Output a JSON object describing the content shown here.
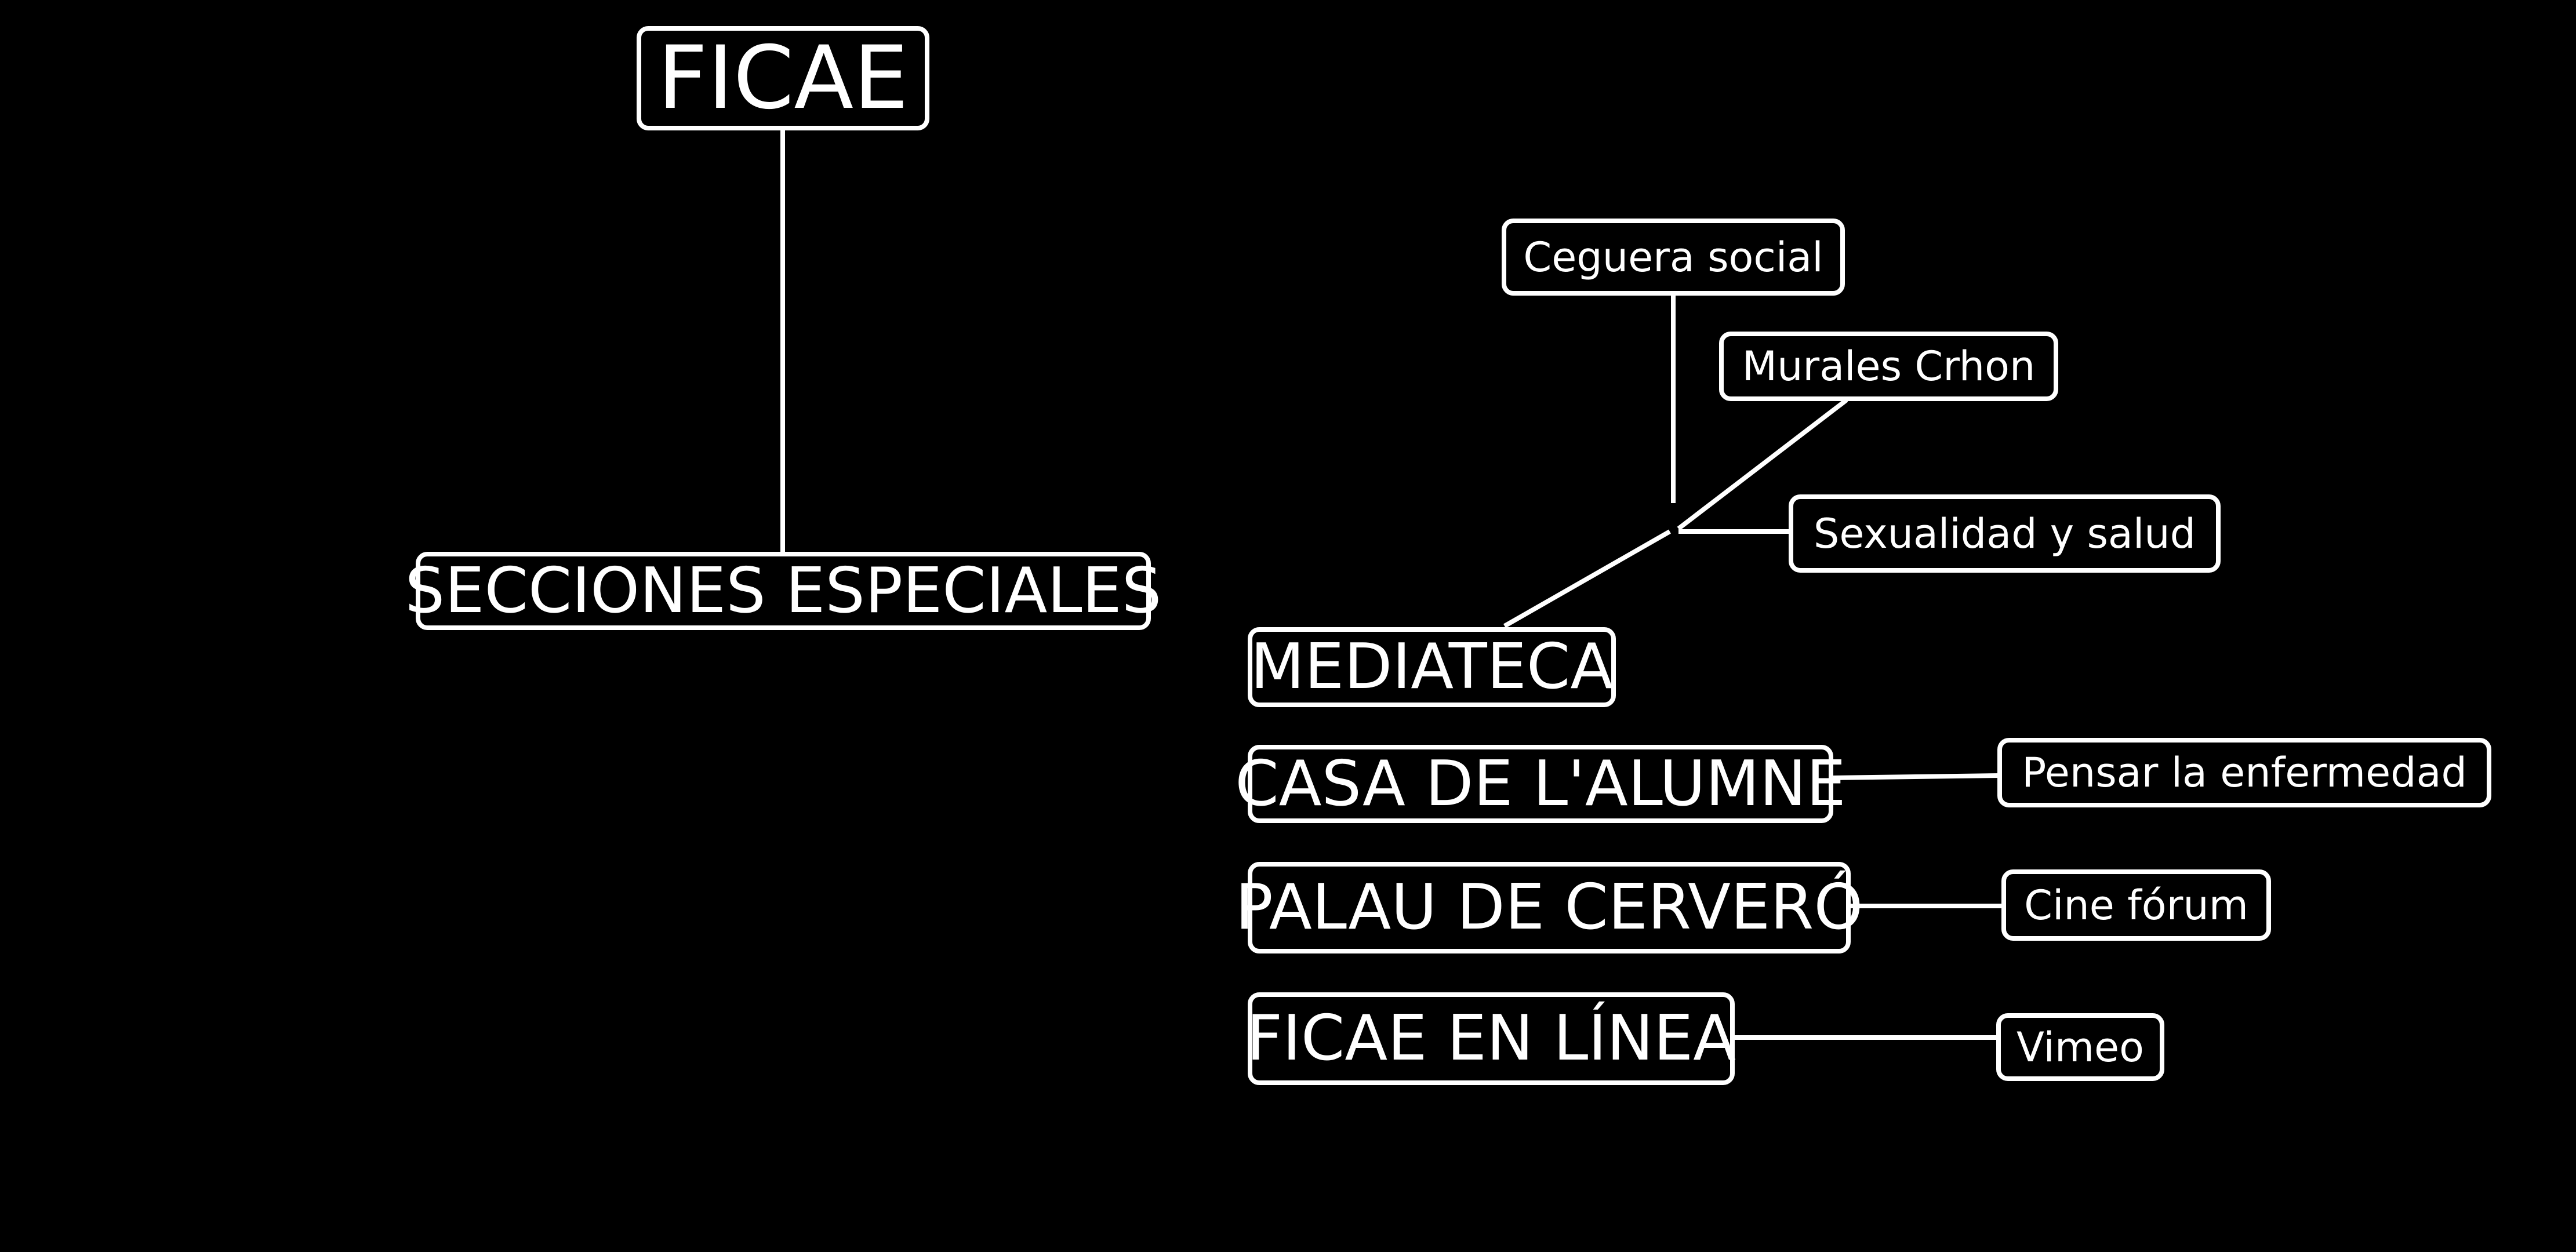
{
  "diagram": {
    "background": "#000000",
    "line_color": "#ffffff",
    "root": {
      "label": "FICAE"
    },
    "left": {
      "label": "SECCIONES ESPECIALES"
    },
    "right": {
      "mediateca": {
        "label": "MEDIATECA",
        "children": [
          "Ceguera social",
          "Murales Crhon",
          "Sexualidad y salud"
        ]
      },
      "casa": {
        "label": "CASA DE L'ALUMNE",
        "child": "Pensar la enfermedad"
      },
      "palau": {
        "label": "PALAU DE CERVERÓ",
        "child": "Cine fórum"
      },
      "linea": {
        "label": "FICAE EN LÍNEA",
        "child": "Vimeo"
      }
    }
  }
}
